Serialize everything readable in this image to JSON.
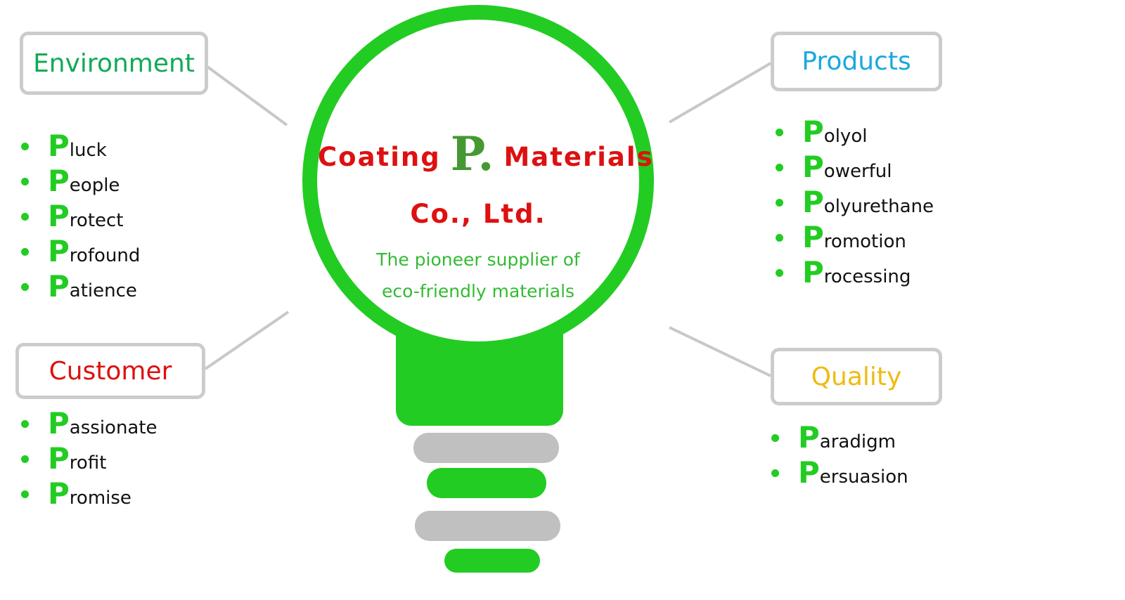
{
  "colors": {
    "bulb": "#22cc22",
    "base_gray": "#c0c0c0",
    "box_border": "#cccccc",
    "connector": "#c8c8c8",
    "company": "#dd1111",
    "tagline": "#33bb33"
  },
  "center": {
    "name_left": "Coating",
    "logo_letter": "P.",
    "name_right": "Materials",
    "name_line2": "Co., Ltd.",
    "tagline_line1": "The pioneer supplier of",
    "tagline_line2": "eco-friendly materials"
  },
  "categories": {
    "environment": {
      "title": "Environment",
      "color": "#11aa55",
      "items": [
        {
          "p": "P",
          "rest": "luck"
        },
        {
          "p": "P",
          "rest": "eople"
        },
        {
          "p": "P",
          "rest": "rotect"
        },
        {
          "p": "P",
          "rest": "rofound"
        },
        {
          "p": "P",
          "rest": "atience"
        }
      ]
    },
    "customer": {
      "title": "Customer",
      "color": "#dd1111",
      "items": [
        {
          "p": "P",
          "rest": "assionate"
        },
        {
          "p": "P",
          "rest": "rofit"
        },
        {
          "p": "P",
          "rest": "romise"
        }
      ]
    },
    "products": {
      "title": "Products",
      "color": "#1aa8dd",
      "items": [
        {
          "p": "P",
          "rest": "olyol"
        },
        {
          "p": "P",
          "rest": "owerful"
        },
        {
          "p": "P",
          "rest": "olyurethane"
        },
        {
          "p": "P",
          "rest": "romotion"
        },
        {
          "p": "P",
          "rest": "rocessing"
        }
      ]
    },
    "quality": {
      "title": "Quality",
      "color": "#eebb11",
      "items": [
        {
          "p": "P",
          "rest": "aradigm"
        },
        {
          "p": "P",
          "rest": "ersuasion"
        }
      ]
    }
  }
}
